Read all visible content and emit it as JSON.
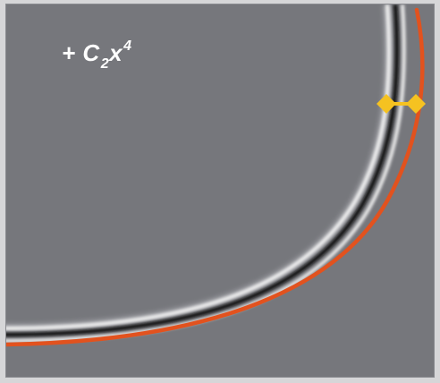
{
  "formula": {
    "prefix": "+ C",
    "subscript": "2",
    "variable": "x",
    "superscript": "4"
  },
  "colors": {
    "background": "#76777c",
    "model_curve": "#e2521e",
    "marker": "#f5c221",
    "wavefront_dark": "#111111",
    "wavefront_light": "#f2f2f2"
  },
  "icons": {
    "marker_left": "diamond-marker-icon",
    "marker_right": "diamond-marker-icon"
  }
}
